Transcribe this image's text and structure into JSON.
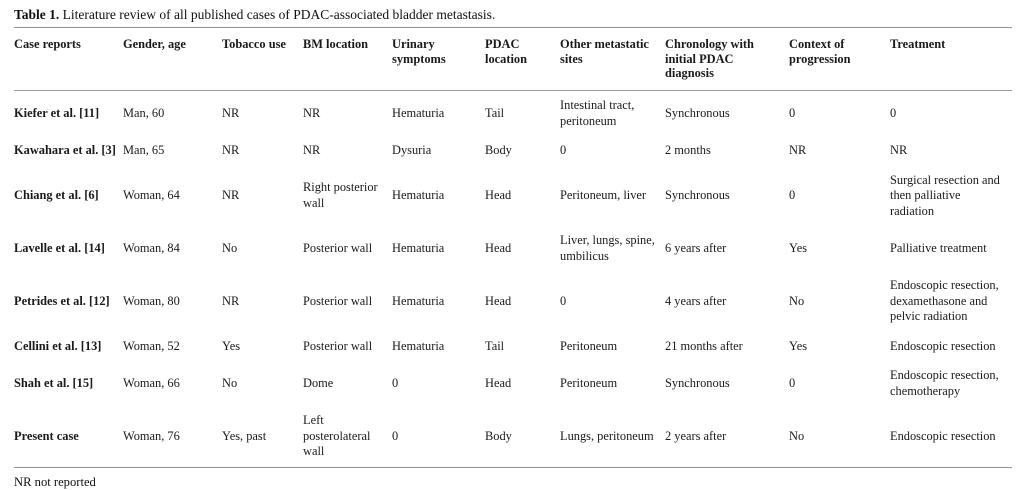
{
  "caption": {
    "label": "Table 1.",
    "text": " Literature review of all published cases of PDAC-associated bladder metastasis."
  },
  "table": {
    "columns": [
      "Case reports",
      "Gender, age",
      "Tobacco use",
      "BM location",
      "Urinary symptoms",
      "PDAC location",
      "Other metastatic sites",
      "Chronology with initial PDAC diagnosis",
      "Context of progression",
      "Treatment"
    ],
    "rows": [
      {
        "case": "Kiefer et al. [11]",
        "gender_age": "Man, 60",
        "tobacco": "NR",
        "bm_location": "NR",
        "urinary_symptoms": "Hematuria",
        "pdac_location": "Tail",
        "other_sites": "Intestinal tract, peritoneum",
        "chronology": "Synchronous",
        "context": "0",
        "treatment": "0"
      },
      {
        "case": "Kawahara et al. [3]",
        "gender_age": "Man, 65",
        "tobacco": "NR",
        "bm_location": "NR",
        "urinary_symptoms": "Dysuria",
        "pdac_location": "Body",
        "other_sites": "0",
        "chronology": "2 months",
        "context": "NR",
        "treatment": "NR"
      },
      {
        "case": "Chiang et al. [6]",
        "gender_age": "Woman, 64",
        "tobacco": "NR",
        "bm_location": "Right posterior wall",
        "urinary_symptoms": "Hematuria",
        "pdac_location": "Head",
        "other_sites": "Peritoneum, liver",
        "chronology": "Synchronous",
        "context": "0",
        "treatment": "Surgical resection and then palliative radiation"
      },
      {
        "case": "Lavelle et al. [14]",
        "gender_age": "Woman, 84",
        "tobacco": "No",
        "bm_location": "Posterior wall",
        "urinary_symptoms": "Hematuria",
        "pdac_location": "Head",
        "other_sites": "Liver, lungs, spine, umbilicus",
        "chronology": "6 years after",
        "context": "Yes",
        "treatment": "Palliative treatment"
      },
      {
        "case": "Petrides et al. [12]",
        "gender_age": "Woman, 80",
        "tobacco": "NR",
        "bm_location": "Posterior wall",
        "urinary_symptoms": "Hematuria",
        "pdac_location": "Head",
        "other_sites": "0",
        "chronology": "4 years after",
        "context": "No",
        "treatment": "Endoscopic resection, dexamethasone and pelvic radiation"
      },
      {
        "case": "Cellini et al. [13]",
        "gender_age": "Woman, 52",
        "tobacco": "Yes",
        "bm_location": "Posterior wall",
        "urinary_symptoms": "Hematuria",
        "pdac_location": "Tail",
        "other_sites": "Peritoneum",
        "chronology": "21 months after",
        "context": "Yes",
        "treatment": "Endoscopic resection"
      },
      {
        "case": "Shah et al. [15]",
        "gender_age": "Woman, 66",
        "tobacco": "No",
        "bm_location": "Dome",
        "urinary_symptoms": "0",
        "pdac_location": "Head",
        "other_sites": "Peritoneum",
        "chronology": "Synchronous",
        "context": "0",
        "treatment": "Endoscopic resection, chemotherapy"
      },
      {
        "case": "Present case",
        "gender_age": "Woman, 76",
        "tobacco": "Yes, past",
        "bm_location": "Left posterolateral wall",
        "urinary_symptoms": "0",
        "pdac_location": "Body",
        "other_sites": "Lungs, peritoneum",
        "chronology": "2 years after",
        "context": "No",
        "treatment": "Endoscopic resection"
      }
    ]
  },
  "footnote": "NR not reported",
  "colors": {
    "rule": "#9a9a9a",
    "text": "#101010",
    "background": "#ffffff"
  }
}
